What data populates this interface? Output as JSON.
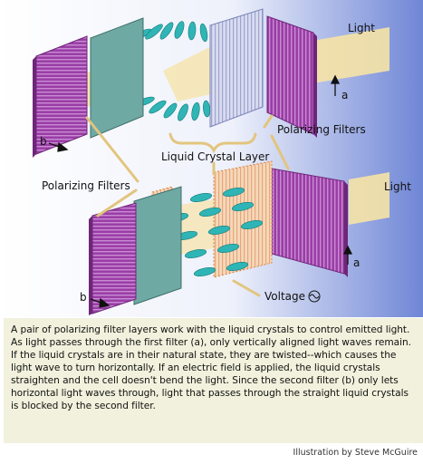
{
  "diagram": {
    "labels": {
      "light_top": "Light",
      "light_bottom": "Light",
      "a_top": "a",
      "a_bottom": "a",
      "b_top": "b",
      "b_bottom": "b",
      "polarizing_filters_right": "Polarizing Filters",
      "polarizing_filters_left": "Polarizing Filters",
      "liquid_crystal_layer": "Liquid Crystal Layer",
      "voltage": "Voltage"
    },
    "colors": {
      "background_top": "#ffffff",
      "background_bottom": "#6f86d6",
      "filter_purple": "#9a3ea6",
      "filter_lines": "#c98bd3",
      "glass_panel": "#6fa9a4",
      "crystal_cyan": "#2fb5b5",
      "light_beam": "#f6e3a6",
      "orange_layer": "#f1c7a1",
      "callout_line": "#e2c57e"
    }
  },
  "caption": {
    "text": "A pair of polarizing filter layers work with the liquid crystals to control emitted light. As light passes through the first filter (a), only vertically aligned light waves remain. If the liquid crystals are in their natural state, they are twisted--which causes the light wave to turn horizontally. If an electric field is applied, the liquid crystals straighten and the cell doesn't bend the light. Since the second filter (b) only lets horizontal light waves through, light that passes through the straight liquid crystals is blocked by the second filter."
  },
  "credit": "Illustration by Steve McGuire"
}
